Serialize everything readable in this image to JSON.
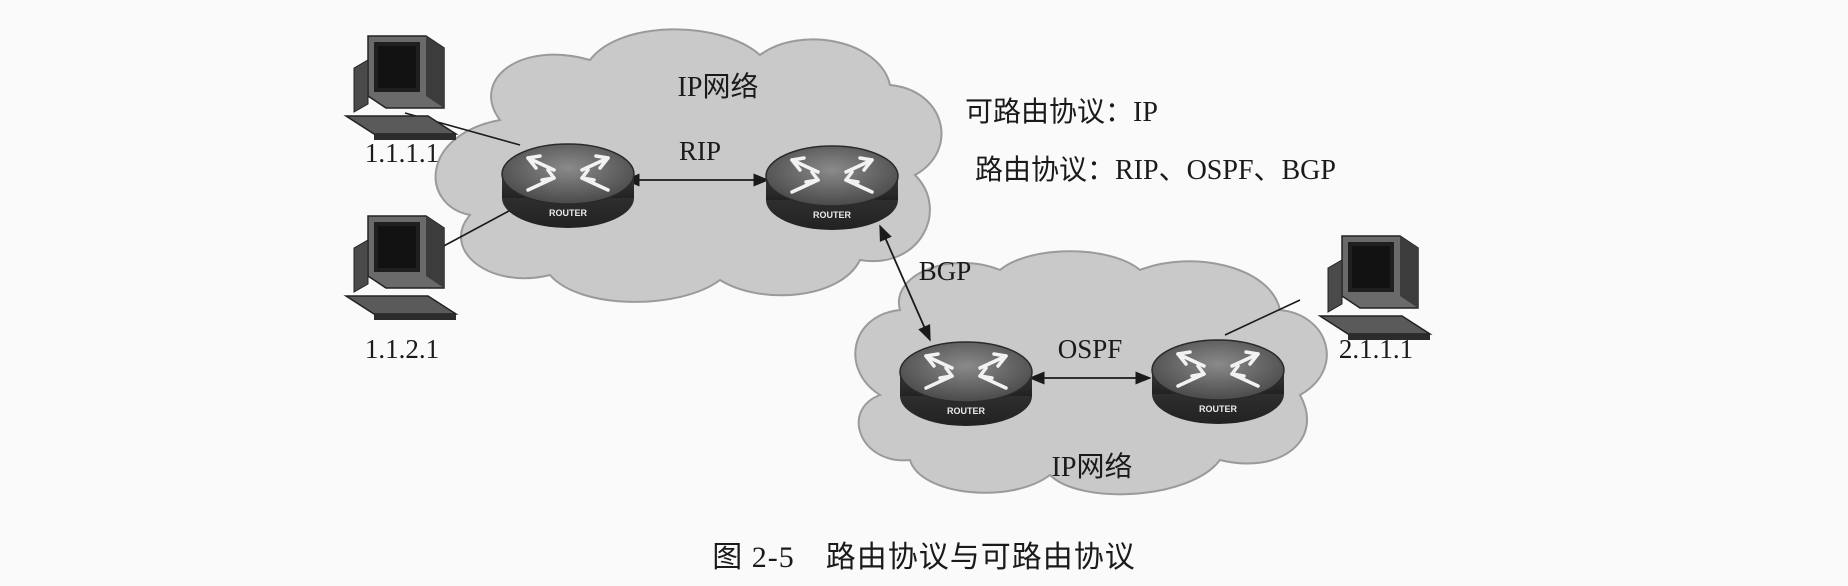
{
  "networks": {
    "top_label": "IP网络",
    "bottom_label": "IP网络"
  },
  "hosts": {
    "host_a": "1.1.1.1",
    "host_b": "1.1.2.1",
    "host_c": "2.1.1.1"
  },
  "router_text": "ROUTER",
  "links": {
    "rip": "RIP",
    "bgp": "BGP",
    "ospf": "OSPF"
  },
  "notes": {
    "routed_protocol": "可路由协议：IP",
    "routing_protocol": "路由协议：RIP、OSPF、BGP"
  },
  "caption": "图 2-5　路由协议与可路由协议"
}
